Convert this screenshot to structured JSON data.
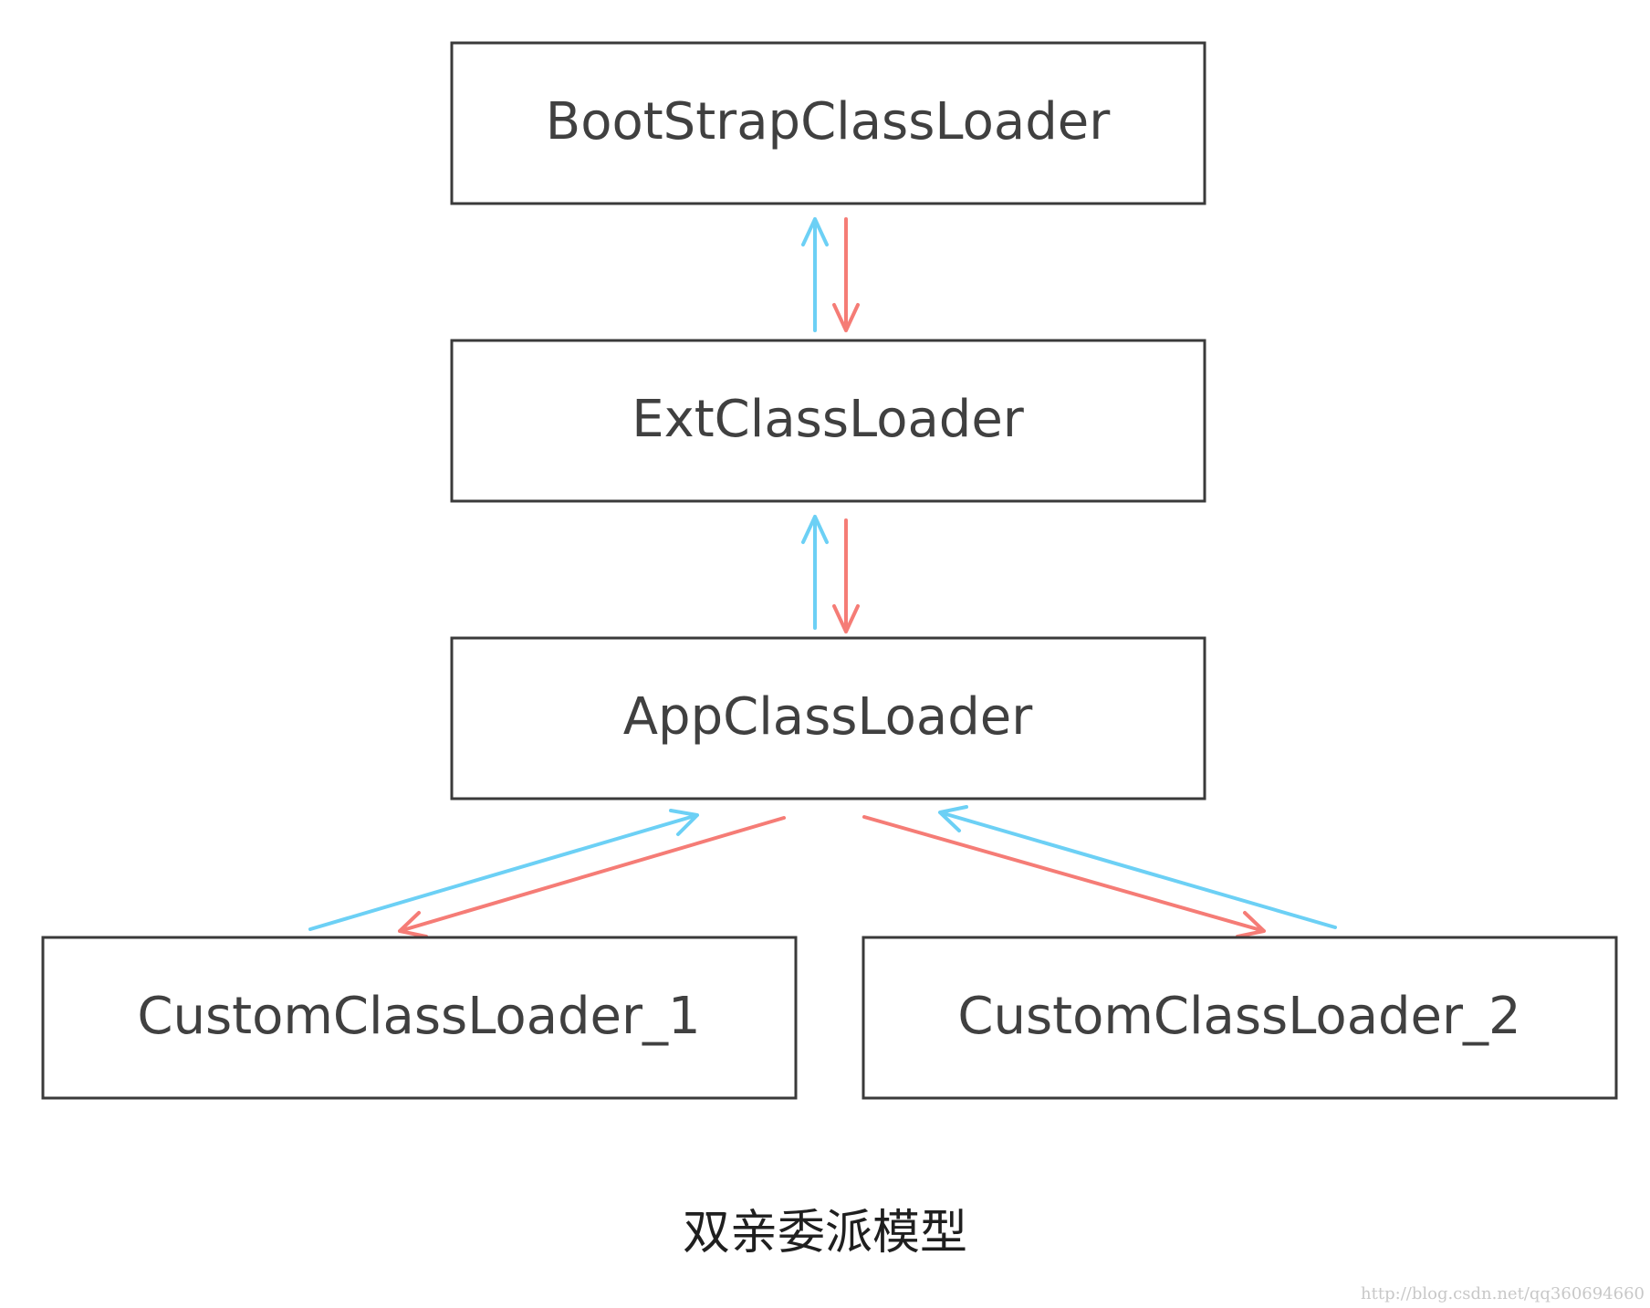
{
  "nodes": [
    {
      "id": "bootstrap",
      "label": "BootStrapClassLoader"
    },
    {
      "id": "ext",
      "label": "ExtClassLoader"
    },
    {
      "id": "app",
      "label": "AppClassLoader"
    },
    {
      "id": "custom1",
      "label": "CustomClassLoader_1"
    },
    {
      "id": "custom2",
      "label": "CustomClassLoader_2"
    }
  ],
  "edges": [
    {
      "from": "ext",
      "to": "bootstrap",
      "color": "#6cd0f5"
    },
    {
      "from": "bootstrap",
      "to": "ext",
      "color": "#f57c76"
    },
    {
      "from": "app",
      "to": "ext",
      "color": "#6cd0f5"
    },
    {
      "from": "ext",
      "to": "app",
      "color": "#f57c76"
    },
    {
      "from": "custom1",
      "to": "app",
      "color": "#6cd0f5"
    },
    {
      "from": "app",
      "to": "custom1",
      "color": "#f57c76"
    },
    {
      "from": "custom2",
      "to": "app",
      "color": "#6cd0f5"
    },
    {
      "from": "app",
      "to": "custom2",
      "color": "#f57c76"
    }
  ],
  "caption": "双亲委派模型",
  "watermark": "http://blog.csdn.net/qq360694660"
}
